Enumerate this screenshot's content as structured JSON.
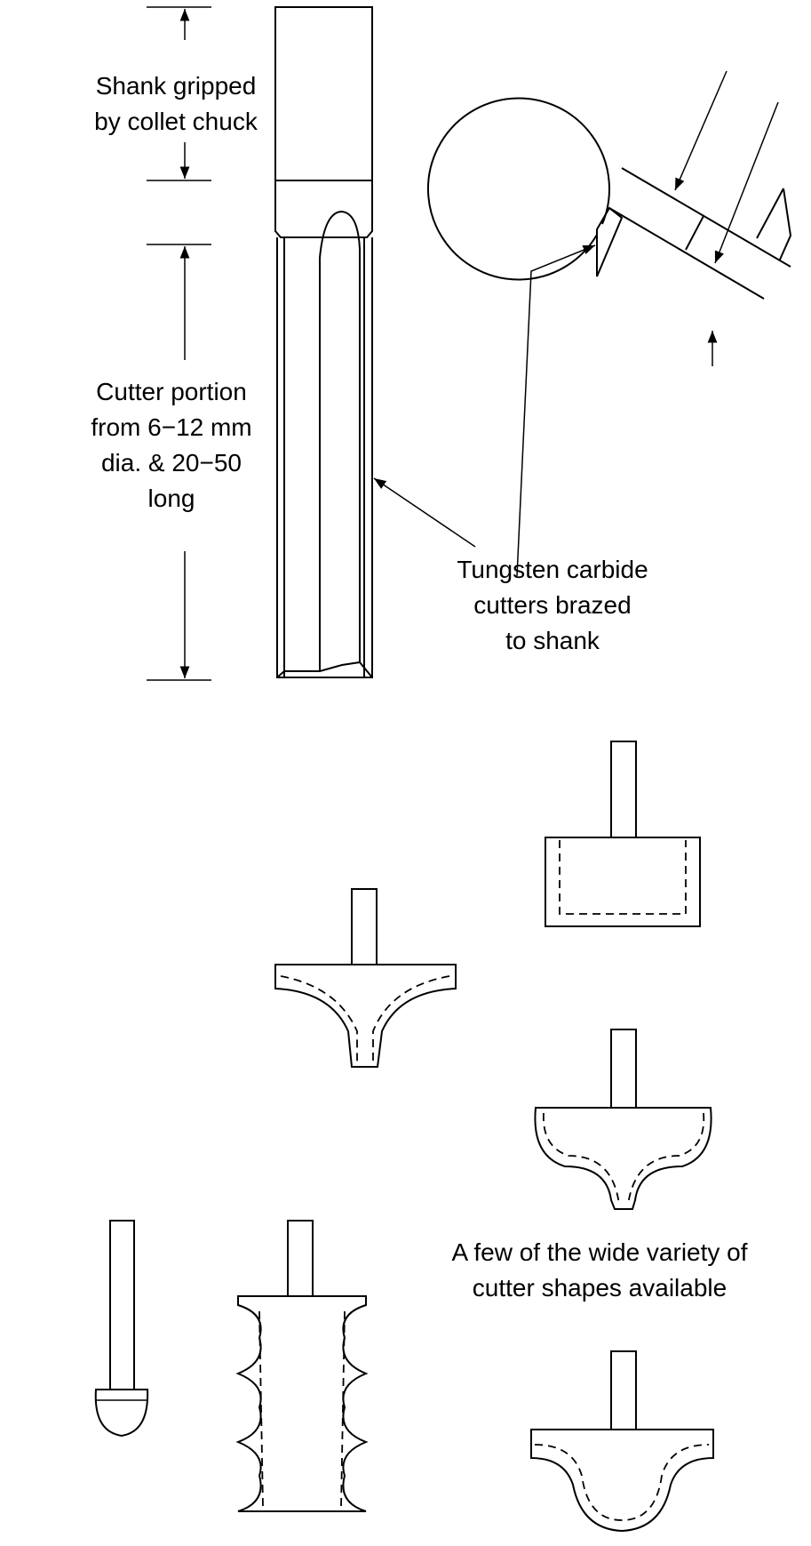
{
  "labels": {
    "shank_line1": "Shank gripped",
    "shank_line2": "by collet chuck",
    "cutter_line1": "Cutter portion",
    "cutter_line2": "from 6−12 mm",
    "cutter_line3": "dia. & 20−50",
    "cutter_line4": "long",
    "tungsten_line1": "Tungsten carbide",
    "tungsten_line2": "cutters brazed",
    "tungsten_line3": "to shank",
    "variety_line1": "A few of the wide variety of",
    "variety_line2": "cutter shapes available"
  }
}
